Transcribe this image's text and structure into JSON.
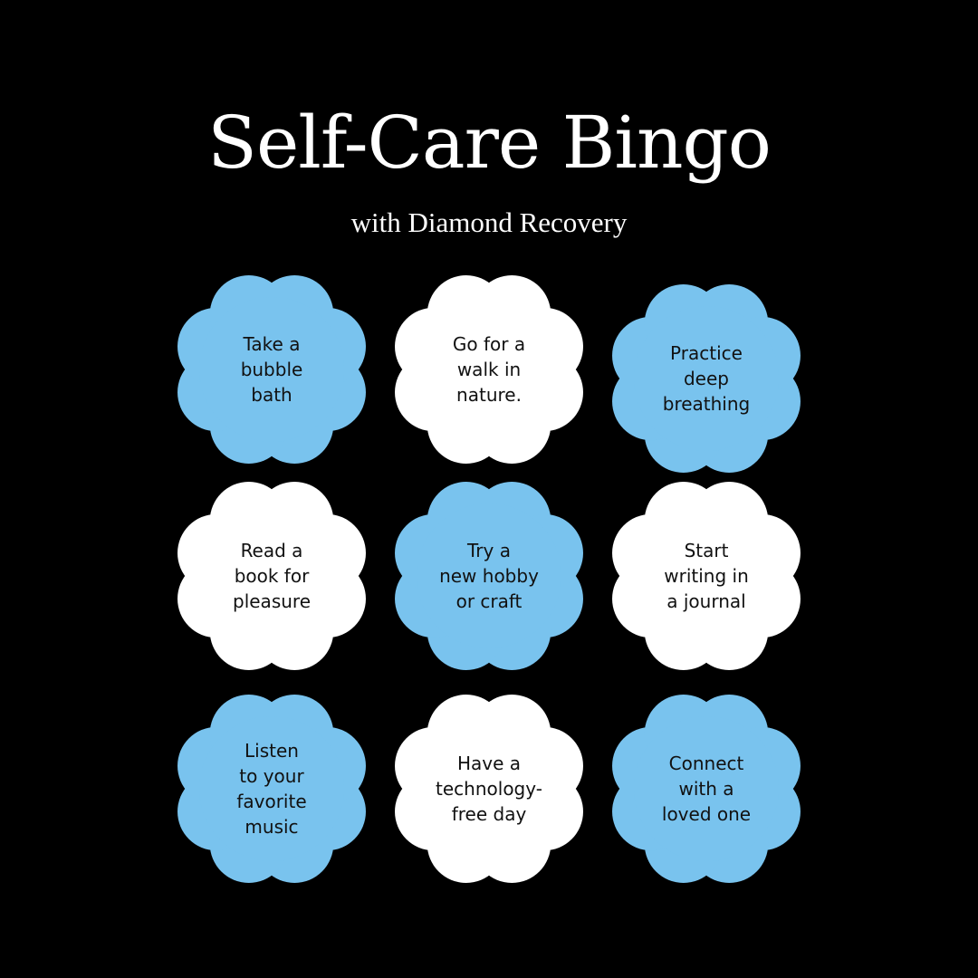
{
  "title": "Self-Care Bingo",
  "subtitle": "with Diamond Recovery",
  "colors": {
    "background": "#000000",
    "blue": "#79C3EE",
    "white": "#FFFFFF",
    "text": "#111111"
  },
  "tiles": [
    {
      "text": "Take a\nbubble\nbath",
      "color": "blue"
    },
    {
      "text": "Go for a\nwalk in\nnature.",
      "color": "white"
    },
    {
      "text": "Practice\ndeep\nbreathing",
      "color": "blue"
    },
    {
      "text": "Read a\nbook for\npleasure",
      "color": "white"
    },
    {
      "text": "Try a\nnew hobby\nor craft",
      "color": "blue"
    },
    {
      "text": "Start\nwriting in\na journal",
      "color": "white"
    },
    {
      "text": "Listen\nto your\nfavorite\nmusic",
      "color": "blue"
    },
    {
      "text": "Have a\ntechnology-\nfree day",
      "color": "white"
    },
    {
      "text": "Connect\nwith a\nloved one",
      "color": "blue"
    }
  ]
}
